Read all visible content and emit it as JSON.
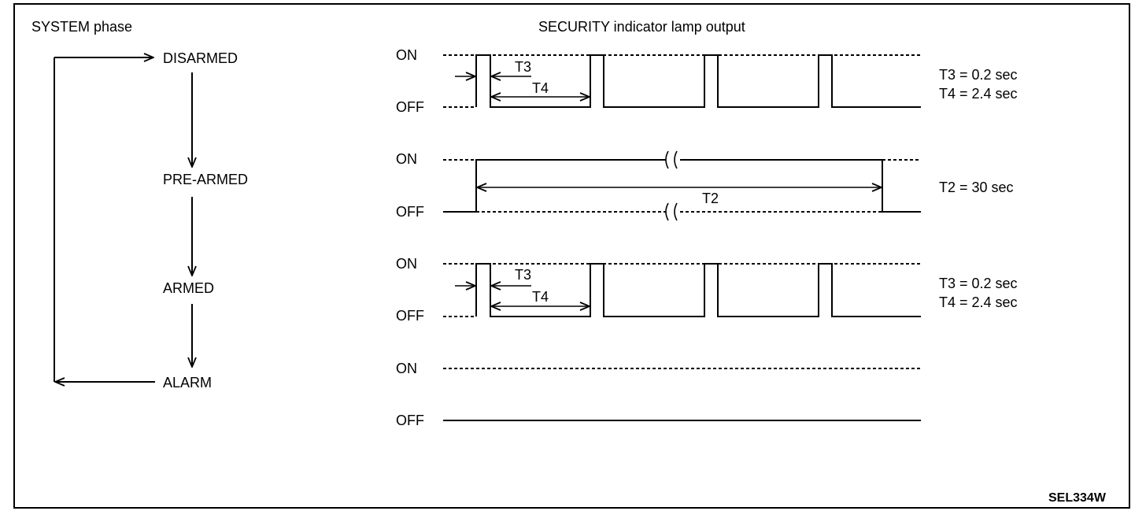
{
  "header": {
    "left_title": "SYSTEM phase",
    "right_title": "SECURITY indicator lamp output"
  },
  "phases": [
    "DISARMED",
    "PRE-ARMED",
    "ARMED",
    "ALARM"
  ],
  "levels": {
    "on": "ON",
    "off": "OFF"
  },
  "timing_labels": {
    "t2": "T2",
    "t3": "T3",
    "t4": "T4"
  },
  "notes": {
    "row1_t3": "T3 = 0.2 sec",
    "row1_t4": "T4 = 2.4 sec",
    "row2_t2": "T2 = 30 sec",
    "row3_t3": "T3 = 0.2 sec",
    "row3_t4": "T4 = 2.4 sec"
  },
  "timing": {
    "T2_sec": 30,
    "T3_sec": 0.2,
    "T4_sec": 2.4
  },
  "figure_code": "SEL334W"
}
